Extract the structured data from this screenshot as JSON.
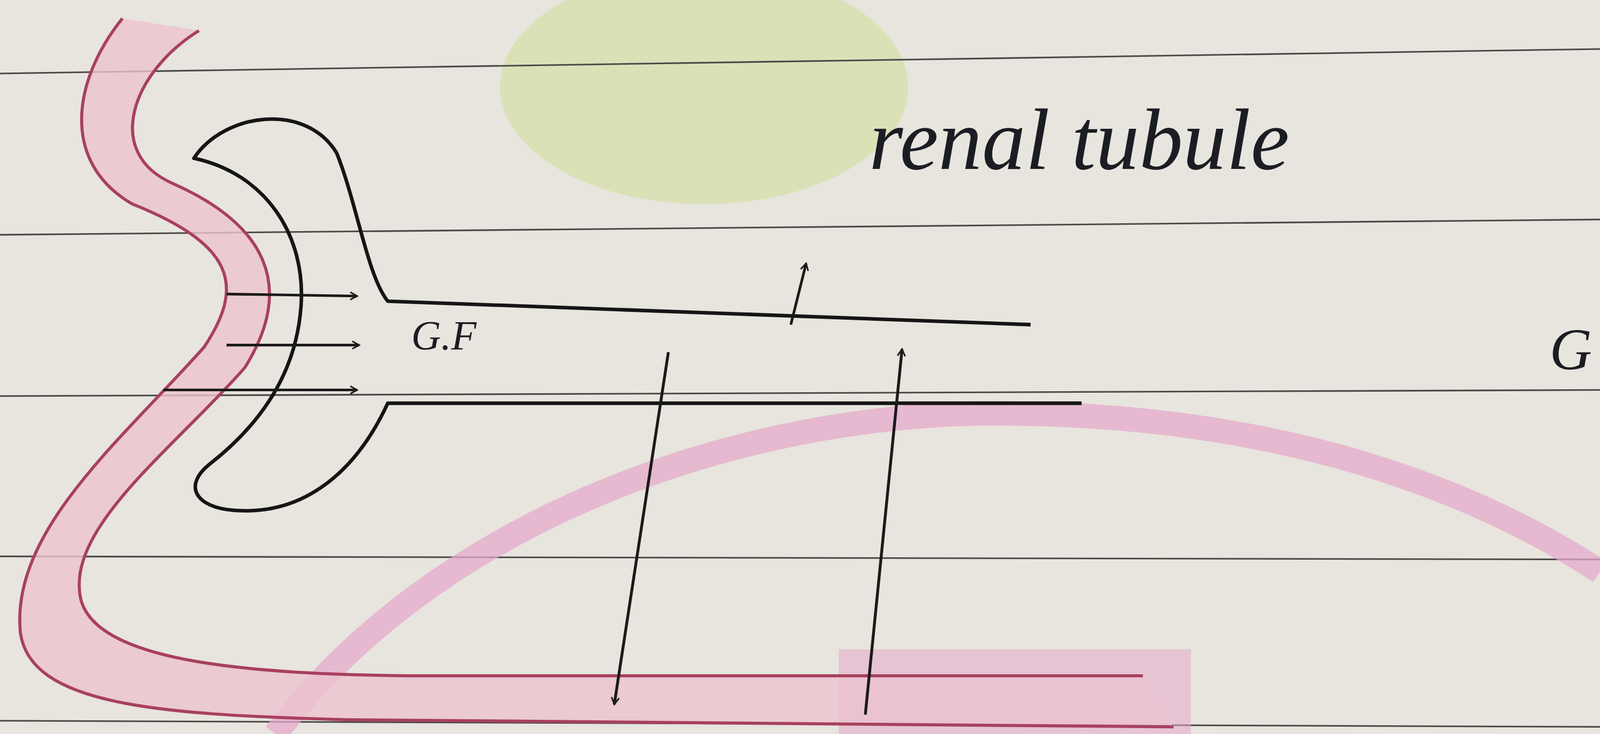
{
  "diagram": {
    "labels": [
      "renal tubule",
      "G.F",
      "G"
    ]
  }
}
